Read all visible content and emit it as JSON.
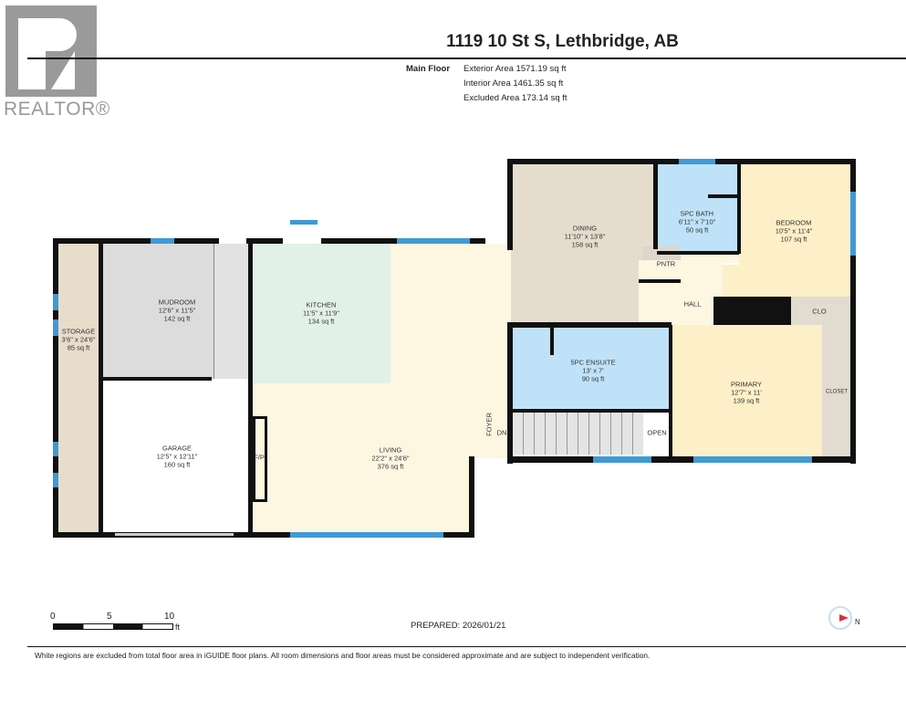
{
  "logo": {
    "text": "REALTOR®"
  },
  "header": {
    "title": "1119 10 St S, Lethbridge, AB",
    "floor": "Main Floor",
    "areas": [
      "Exterior Area 1571.19 sq ft",
      "Interior Area 1461.35 sq ft",
      "Excluded Area 173.14 sq ft"
    ]
  },
  "rooms": {
    "storage": {
      "name": "STORAGE",
      "dims": "3'6\" x 24'6\"",
      "area": "85 sq ft"
    },
    "mudroom": {
      "name": "MUDROOM",
      "dims": "12'6\" x 11'5\"",
      "area": "142 sq ft"
    },
    "garage": {
      "name": "GARAGE",
      "dims": "12'5\" x 12'11\"",
      "area": "160 sq ft"
    },
    "kitchen": {
      "name": "KITCHEN",
      "dims": "11'5\" x 11'9\"",
      "area": "134 sq ft"
    },
    "living": {
      "name": "LIVING",
      "dims": "22'2\" x 24'6\"",
      "area": "376 sq ft"
    },
    "dining": {
      "name": "DINING",
      "dims": "11'10\" x 13'8\"",
      "area": "158 sq ft"
    },
    "bath": {
      "name": "5PC BATH",
      "dims": "6'11\" x 7'10\"",
      "area": "50 sq ft"
    },
    "bedroom": {
      "name": "BEDROOM",
      "dims": "10'5\" x 11'4\"",
      "area": "107 sq ft"
    },
    "ensuite": {
      "name": "5PC ENSUITE",
      "dims": "13' x 7'",
      "area": "90 sq ft"
    },
    "primary": {
      "name": "PRIMARY",
      "dims": "12'7\" x 11'",
      "area": "139 sq ft"
    }
  },
  "small_labels": {
    "pntr": "PNTR",
    "hall": "HALL",
    "clo": "CLO",
    "closet": "CLOSET",
    "foyer": "FOYER",
    "dn": "DN",
    "open": "OPEN",
    "fp": "F/P"
  },
  "colors": {
    "storage": "#e8dccb",
    "mudroom": "#dcdcdc",
    "kitchen": "#e2f1e8",
    "living": "#fdf6e1",
    "dining": "#e6dccd",
    "bath": "#bfe2f8",
    "bedroom": "#fdefc8",
    "wall": "#111111",
    "window": "#3e9ad6"
  },
  "scale": {
    "ticks": [
      "0",
      "5",
      "10"
    ],
    "unit": "ft"
  },
  "prepared": "PREPARED: 2026/01/21",
  "compass": {
    "label": "N"
  },
  "disclaimer": "White regions are excluded from total floor area in iGUIDE floor plans. All room dimensions and floor areas must be considered approximate and are subject to independent verification."
}
